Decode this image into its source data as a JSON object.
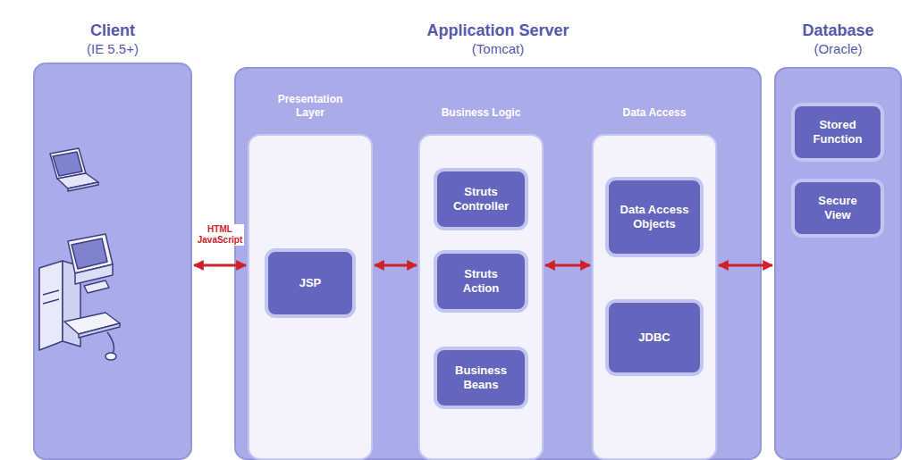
{
  "diagram": {
    "nodes": [
      {
        "text": [
          "Client",
          "(IE 5.5+)"
        ]
      },
      {
        "text": [
          "Application Server",
          "(Tomcat)"
        ]
      },
      {
        "text": [
          "Database",
          "(Oracle)"
        ]
      },
      {
        "text": [
          "Presentation Layer"
        ],
        "in": 1
      },
      {
        "text": [
          "JSP"
        ],
        "in": 3
      },
      {
        "text": [
          "Business Logic"
        ],
        "in": 1
      },
      {
        "text": [
          "Struts Controller"
        ],
        "in": 5
      },
      {
        "text": [
          "Struts Action"
        ],
        "in": 5
      },
      {
        "text": [
          "Business Beans"
        ],
        "in": 5
      },
      {
        "text": [
          "Data Access"
        ],
        "in": 1
      },
      {
        "text": [
          "Data Access Objects"
        ],
        "in": 9
      },
      {
        "text": [
          "JDBC"
        ],
        "in": 9
      },
      {
        "text": [
          "Stored Function"
        ],
        "in": 2
      },
      {
        "text": [
          "Secure View"
        ],
        "in": 2
      }
    ],
    "edges": [
      {
        "from": 0,
        "to": 3,
        "arrow": "both",
        "label": "HTML JavaScript"
      },
      {
        "from": 3,
        "to": 5,
        "arrow": "both"
      },
      {
        "from": 5,
        "to": 9,
        "arrow": "both"
      },
      {
        "from": 9,
        "to": 2,
        "arrow": "both"
      }
    ]
  }
}
